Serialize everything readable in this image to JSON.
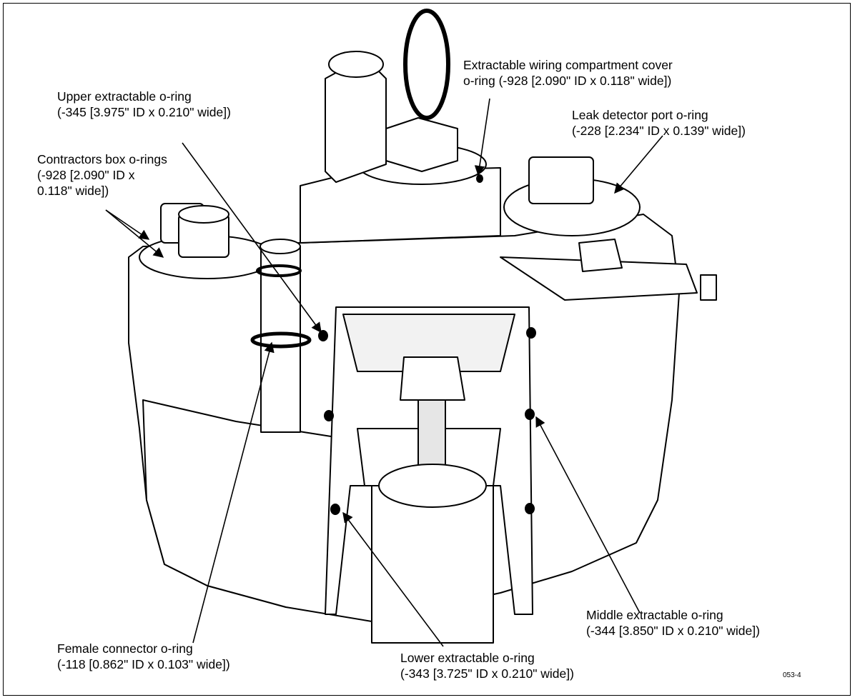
{
  "labels": {
    "upper": {
      "line1": "Upper extractable o-ring",
      "line2": "(-345 [3.975\" ID x 0.210\" wide])"
    },
    "wiring": {
      "line1": "Extractable wiring compartment cover",
      "line2": "o-ring (-928 [2.090\" ID x 0.118\" wide])"
    },
    "leak": {
      "line1": "Leak detector port o-ring",
      "line2": "(-228 [2.234\" ID x 0.139\" wide])"
    },
    "contractors": {
      "line1": "Contractors box o-rings",
      "line2": "(-928 [2.090\" ID x",
      "line3": "0.118\" wide])"
    },
    "middle": {
      "line1": "Middle extractable o-ring",
      "line2": "(-344 [3.850\" ID x 0.210\" wide])"
    },
    "female": {
      "line1": "Female connector o-ring",
      "line2": "(-118 [0.862\"  ID x 0.103\" wide])"
    },
    "lower": {
      "line1": "Lower extractable o-ring",
      "line2": "(-343 [3.725\" ID x 0.210\" wide])"
    }
  },
  "figure_id": "053-4",
  "colors": {
    "line": "#000000",
    "background": "#ffffff",
    "shade": "#d9d9d9"
  }
}
